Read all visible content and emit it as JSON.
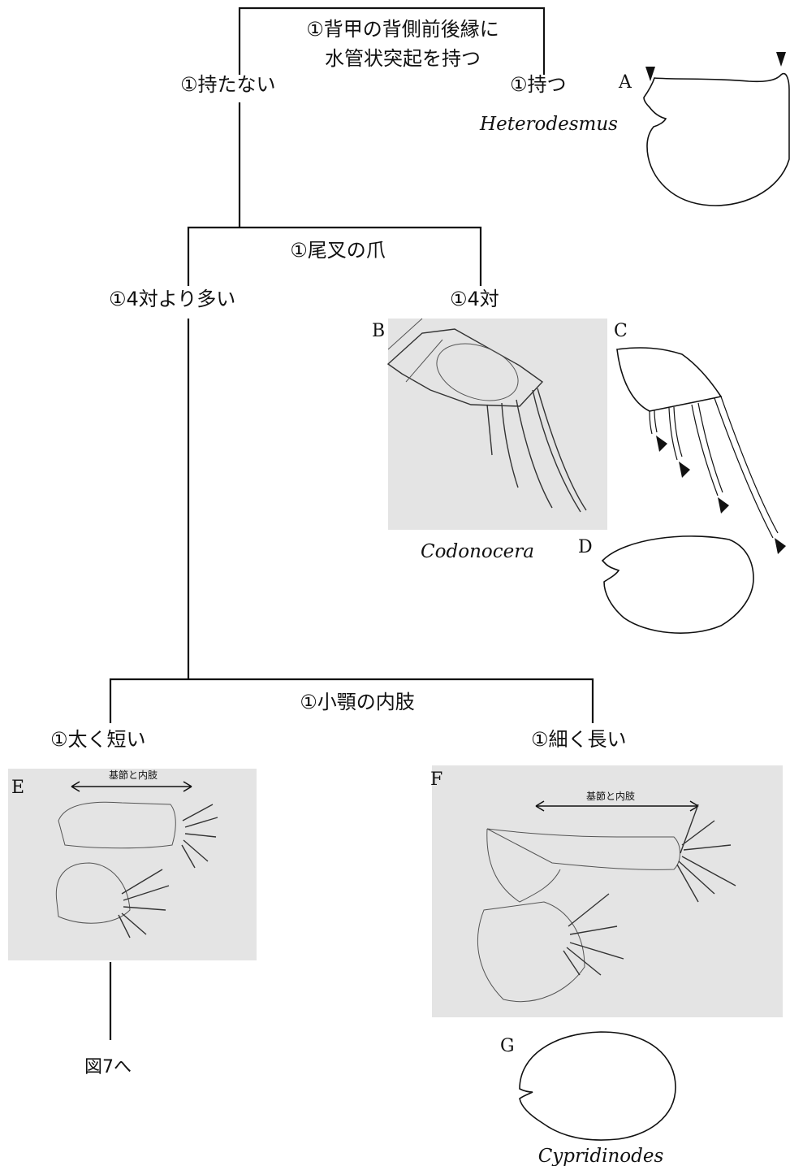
{
  "nodes": {
    "n1": {
      "line1": "①背甲の背側前後縁に",
      "line2": "水管状突起を持つ",
      "left": "①持たない",
      "right": "①持つ"
    },
    "n2": {
      "title": "①尾叉の爪",
      "left": "①4対より多い",
      "right": "①4対"
    },
    "n3": {
      "title": "①小顎の内肢",
      "left": "①太く短い",
      "right": "①細く長い"
    }
  },
  "genera": {
    "heterodesmus": "Heterodesmus",
    "codonocera": "Codonocera",
    "cypridinodes": "Cypridinodes"
  },
  "plates": {
    "A": "A",
    "B": "B",
    "C": "C",
    "D": "D",
    "E": "E",
    "F": "F",
    "G": "G"
  },
  "annotations": {
    "basis_endopod": "基節と内肢"
  },
  "footer": {
    "next": "図7へ"
  },
  "colors": {
    "line": "#111111",
    "photo_bg": "#e4e4e4"
  }
}
